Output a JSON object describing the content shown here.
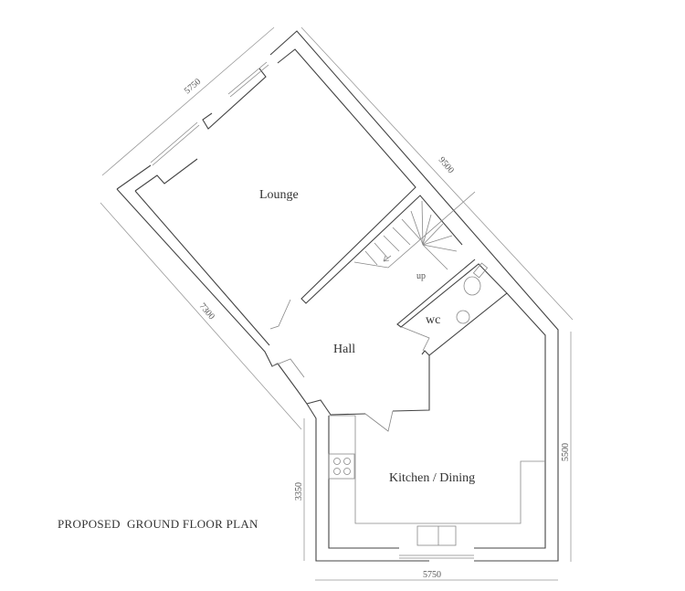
{
  "title": "PROPOSED  GROUND FLOOR PLAN",
  "rooms": {
    "lounge": "Lounge",
    "hall": "Hall",
    "wc": "wc",
    "kitchen": "Kitchen / Dining",
    "stairs_label": "up"
  },
  "dimensions": {
    "lounge_front": "5750",
    "right_side": "9500",
    "left_side": "7300",
    "kitchen_right": "5500",
    "kitchen_left": "3350",
    "kitchen_bottom": "5750"
  }
}
